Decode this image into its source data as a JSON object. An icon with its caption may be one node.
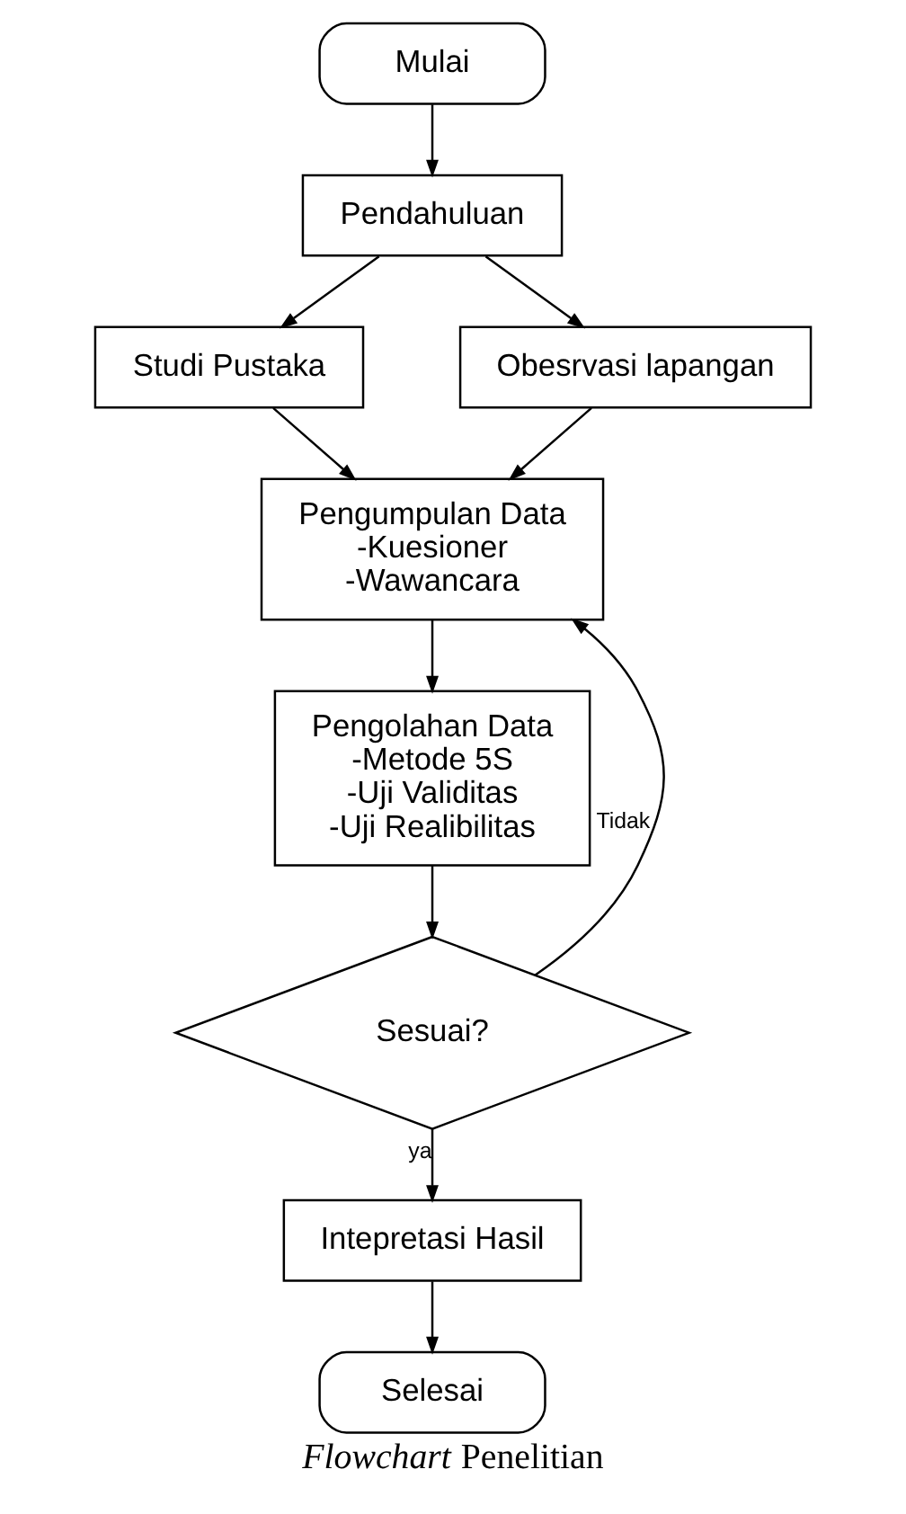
{
  "diagram": {
    "caption": "*Flowchart* Penelitian",
    "nodes": [
      {
        "text": [
          "Mulai"
        ]
      },
      {
        "text": [
          "Pendahuluan"
        ]
      },
      {
        "text": [
          "Studi Pustaka"
        ]
      },
      {
        "text": [
          "Obesrvasi lapangan"
        ]
      },
      {
        "text": [
          "Pengumpulan Data",
          "-Kuesioner",
          "-Wawancara"
        ]
      },
      {
        "text": [
          "Pengolahan Data",
          "-Metode 5S",
          "-Uji Validitas",
          "-Uji Realibilitas"
        ]
      },
      {
        "text": [
          "Sesuai?"
        ]
      },
      {
        "text": [
          "Intepretasi Hasil"
        ]
      },
      {
        "text": [
          "Selesai"
        ]
      }
    ],
    "edges": [
      {
        "from": 0,
        "to": 1,
        "arrow": "to"
      },
      {
        "from": 1,
        "to": 2,
        "arrow": "to"
      },
      {
        "from": 1,
        "to": 3,
        "arrow": "to"
      },
      {
        "from": 2,
        "to": 4,
        "arrow": "to"
      },
      {
        "from": 3,
        "to": 4,
        "arrow": "to"
      },
      {
        "from": 4,
        "to": 5,
        "arrow": "to"
      },
      {
        "from": 5,
        "to": 6,
        "arrow": "to"
      },
      {
        "from": 6,
        "to": 4,
        "arrow": "to",
        "label": "Tidak"
      },
      {
        "from": 6,
        "to": 7,
        "arrow": "to",
        "label": "ya"
      },
      {
        "from": 7,
        "to": 8,
        "arrow": "to"
      }
    ]
  }
}
